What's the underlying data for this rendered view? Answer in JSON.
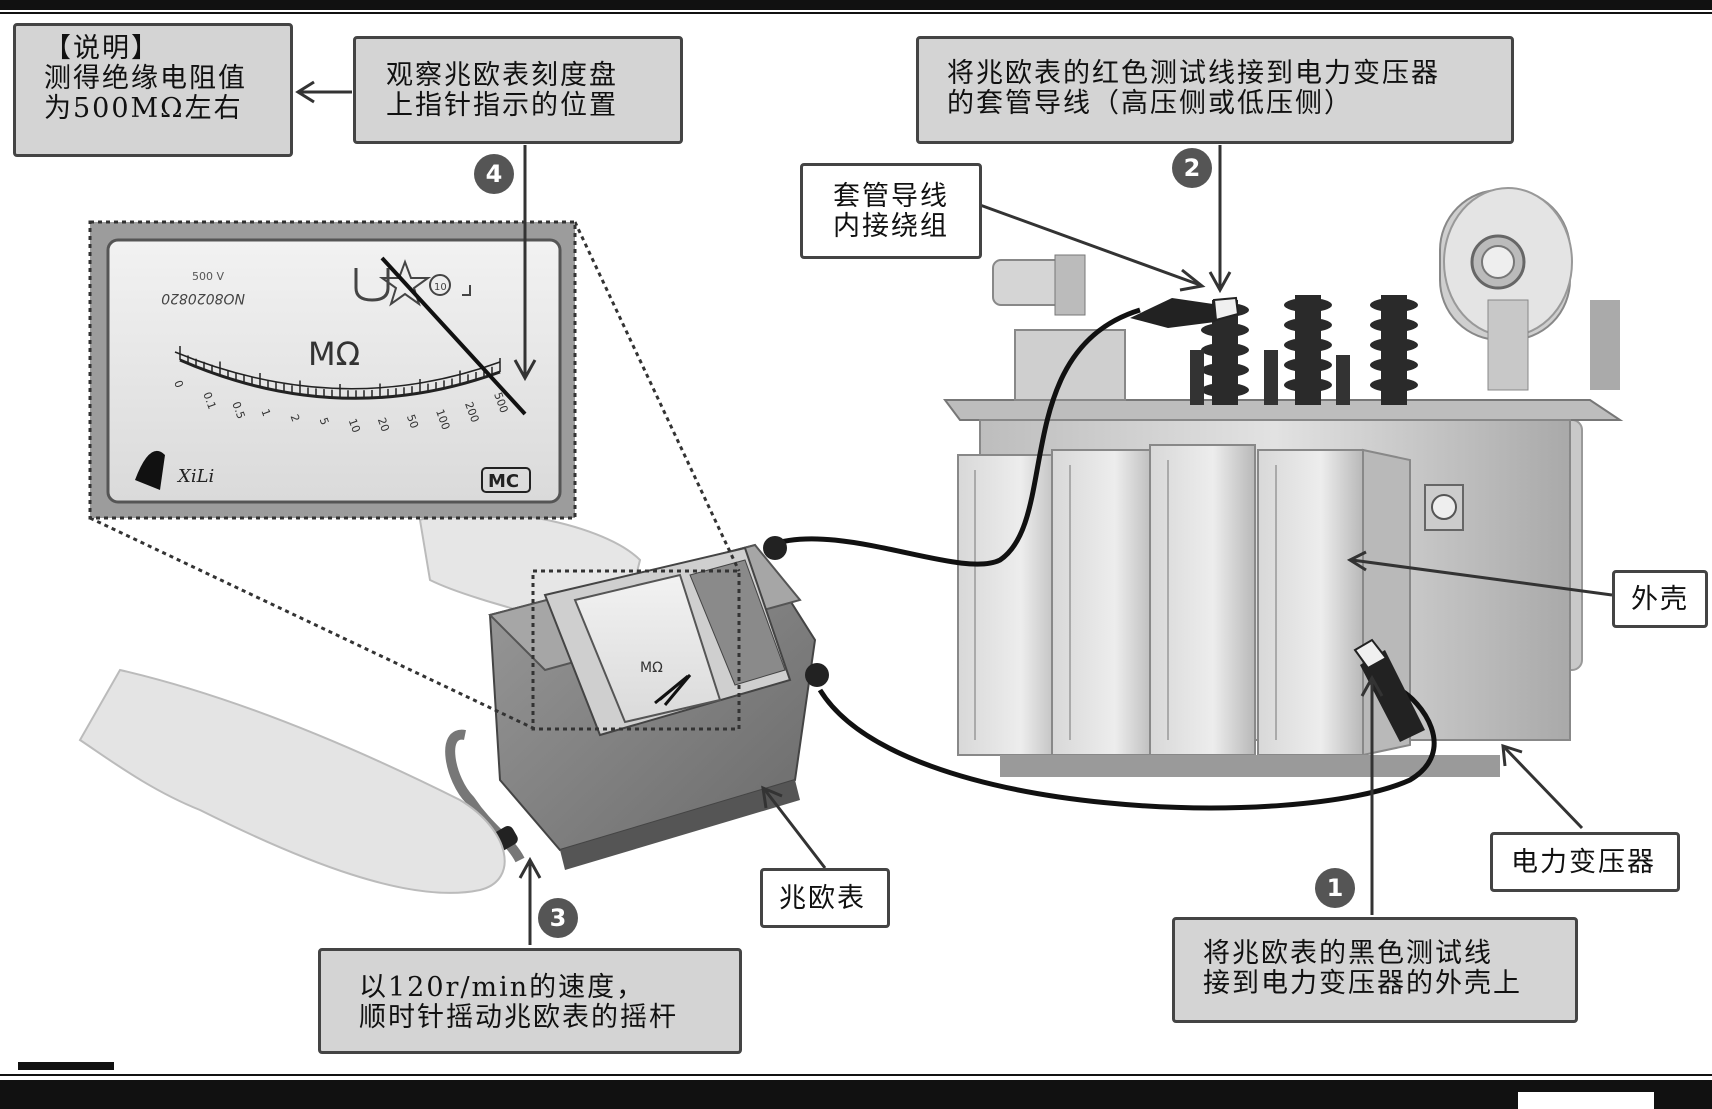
{
  "note": {
    "title": "【说明】",
    "line1": "测得绝缘电阻值",
    "line2": "为500MΩ左右"
  },
  "steps": [
    {
      "number": "1",
      "line1": "将兆欧表的黑色测试线",
      "line2": "接到电力变压器的外壳上"
    },
    {
      "number": "2",
      "line1": "将兆欧表的红色测试线接到电力变压器",
      "line2": "的套管导线（高压侧或低压侧）"
    },
    {
      "number": "3",
      "line1": "以120r/min的速度，",
      "line2": "顺时针摇动兆欧表的摇杆"
    },
    {
      "number": "4",
      "line1": "观察兆欧表刻度盘",
      "line2": "上指针指示的位置"
    }
  ],
  "labels": {
    "bushing_line1": "套管导线",
    "bushing_line2": "内接绕组",
    "casing": "外壳",
    "transformer": "电力变压器",
    "megohmmeter": "兆欧表"
  },
  "dial": {
    "unit": "MΩ",
    "voltage": "500 V",
    "serial": "NO8020820",
    "brand": "XiLi",
    "mark": "MC",
    "scale_labels": [
      "0",
      "0.1",
      "0.5",
      "1",
      "2",
      "5",
      "10",
      "20",
      "50",
      "100",
      "200",
      "500"
    ],
    "reading": 500
  },
  "meter_small_dial": {
    "unit": "MΩ"
  },
  "colors": {
    "callout_fill": "#d4d4d4",
    "badge_fill": "#555555",
    "frame": "#111111"
  }
}
